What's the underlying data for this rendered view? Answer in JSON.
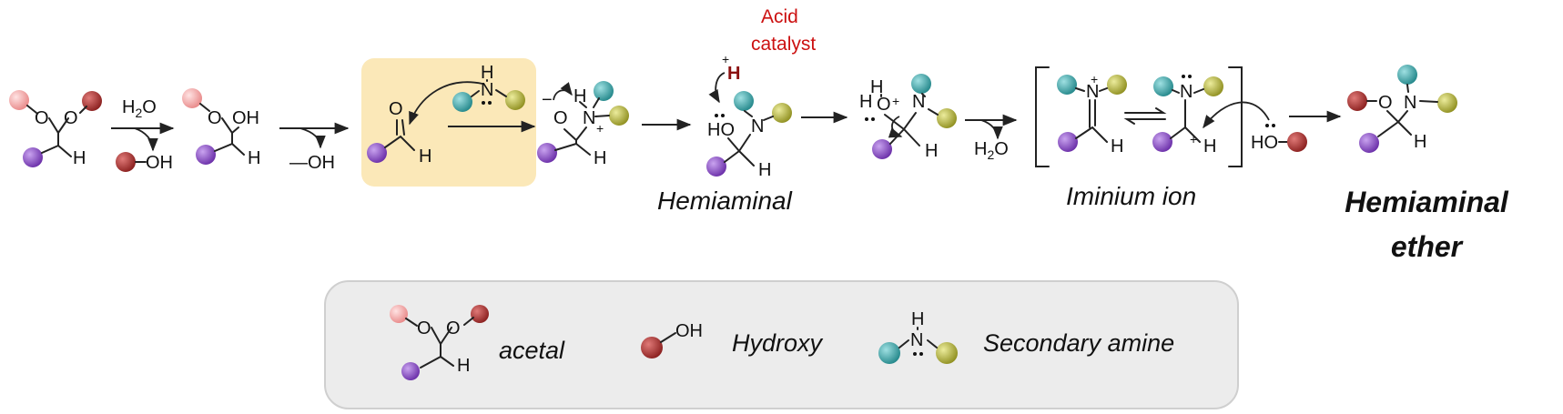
{
  "scheme": {
    "acid_catalyst": [
      "Acid",
      "catalyst"
    ],
    "water_in": {
      "prefix": "H",
      "sub": "2",
      "suffix": "O"
    },
    "water_out": {
      "prefix": "H",
      "sub": "2",
      "suffix": "O"
    },
    "hydroxy_out": "—OH",
    "oh": "OH",
    "ho": "HO",
    "o": "O",
    "n": "N",
    "h": "H",
    "plus": "+",
    "minus": "−",
    "hemiaminal_label": "Hemiaminal",
    "iminium_label": "Iminium ion",
    "product_label": [
      "Hemiaminal",
      "ether"
    ]
  },
  "legend": {
    "acetal": "acetal",
    "hydroxy": "Hydroxy",
    "secondary_amine": "Secondary amine"
  },
  "colors": {
    "pink_ball": "#f4a3a3",
    "red_ball": "#b0302f",
    "purple_ball": "#8a4fc0",
    "teal_ball": "#3aa9ad",
    "olive_ball": "#b8b83a",
    "highlight": "#fbe8b8",
    "legend_bg": "#ececec",
    "acid_text": "#cc1111"
  }
}
